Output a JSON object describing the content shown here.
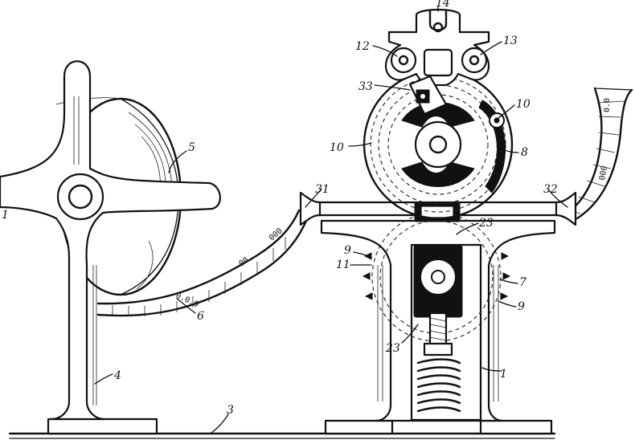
{
  "colors": {
    "ink": "#111111",
    "paper": "#ffffff"
  },
  "reference_numerals": {
    "n1_left": "1",
    "n1_right": "1",
    "n3": "3",
    "n4": "4",
    "n5": "5",
    "n6": "6",
    "n7": "7",
    "n8": "8",
    "n9_upper": "9",
    "n9_lower": "9",
    "n10_left": "10",
    "n10_right": "10",
    "n11": "11",
    "n12": "12",
    "n13": "13",
    "n14": "14",
    "n23_upper": "23",
    "n23_lower": "23",
    "n31": "31",
    "n32": "32",
    "n33": "33"
  },
  "tape_marks": {
    "left_tape": [
      "000",
      "0.0.0",
      "00"
    ],
    "right_tape": [
      "000",
      "0.0"
    ]
  }
}
